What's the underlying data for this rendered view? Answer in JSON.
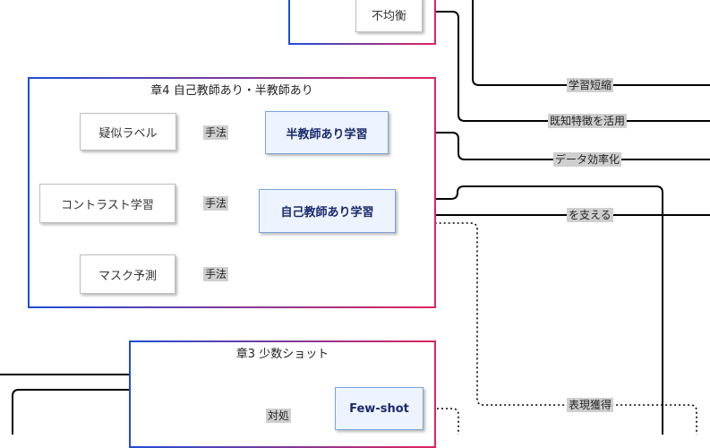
{
  "groups": {
    "top": {
      "title": ""
    },
    "ch4": {
      "title": "章4 自己教師あり・半教師あり"
    },
    "ch3": {
      "title": "章3 少数ショット"
    }
  },
  "nodes": {
    "imbalance": "不均衡",
    "pseudo_label": "疑似ラベル",
    "semi_supervised": "半教師あり学習",
    "contrastive": "コントラスト学習",
    "self_supervised": "自己教師あり学習",
    "mask_prediction": "マスク予測",
    "few_shot": "Few-shot"
  },
  "edge_labels": {
    "method_1": "手法",
    "method_2": "手法",
    "method_3": "手法",
    "address": "対処",
    "shorten_learning": "学習短縮",
    "use_known_features": "既知特徴を活用",
    "data_efficiency": "データ効率化",
    "support": "を支える",
    "representation": "表現獲得"
  }
}
